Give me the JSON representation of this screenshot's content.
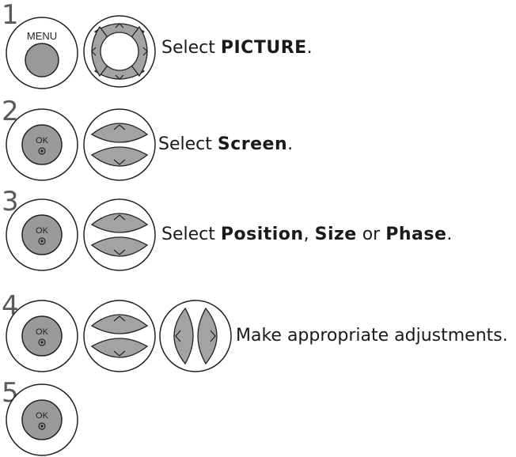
{
  "steps": [
    {
      "number": "1",
      "key_label": "MENU",
      "nav": "four-way",
      "text": [
        {
          "t": "Select ",
          "bold": false
        },
        {
          "t": "PICTURE",
          "bold": true
        },
        {
          "t": ".",
          "bold": false
        }
      ]
    },
    {
      "number": "2",
      "key_label": "OK",
      "nav": "up-down",
      "text": [
        {
          "t": "Select ",
          "bold": false
        },
        {
          "t": "Screen",
          "bold": true
        },
        {
          "t": ".",
          "bold": false
        }
      ]
    },
    {
      "number": "3",
      "key_label": "OK",
      "nav": "up-down",
      "text": [
        {
          "t": "Select ",
          "bold": false
        },
        {
          "t": "Position",
          "bold": true
        },
        {
          "t": ", ",
          "bold": false
        },
        {
          "t": "Size",
          "bold": true
        },
        {
          "t": " or ",
          "bold": false
        },
        {
          "t": "Phase",
          "bold": true
        },
        {
          "t": ".",
          "bold": false
        }
      ]
    },
    {
      "number": "4",
      "key_label": "OK",
      "nav": "up-down + left-right",
      "text": [
        {
          "t": "Make appropriate adjustments.",
          "bold": false
        }
      ]
    },
    {
      "number": "5",
      "key_label": "OK",
      "nav": "none",
      "text": []
    }
  ]
}
